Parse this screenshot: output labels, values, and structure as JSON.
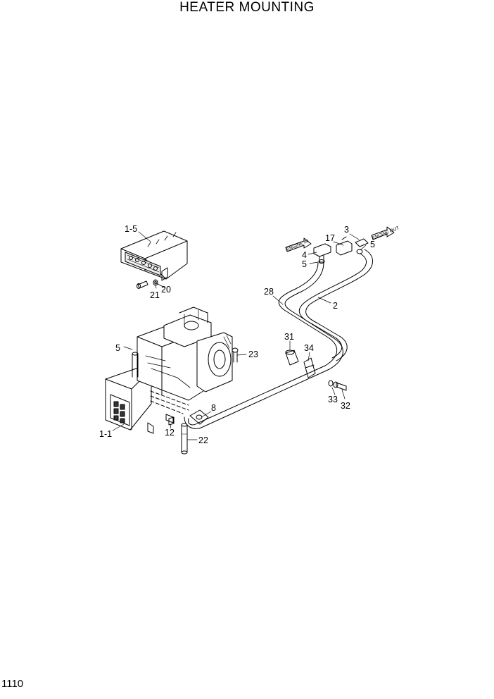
{
  "title": "HEATER MOUNTING",
  "page_number": "1110",
  "flow_labels": {
    "engine_in": "ENGINE IN",
    "engine_out": "ENGINE OUT"
  },
  "callouts": {
    "c1_5": "1-5",
    "c20": "20",
    "c21": "21",
    "c3": "3",
    "c17": "17",
    "c5_top": "5",
    "c4": "4",
    "c5_mid": "5",
    "c28": "28",
    "c2": "2",
    "c31": "31",
    "c34": "34",
    "c33": "33",
    "c32": "32",
    "c5_left": "5",
    "c23": "23",
    "c8": "8",
    "c1_1": "1-1",
    "c12": "12",
    "c22": "22"
  }
}
